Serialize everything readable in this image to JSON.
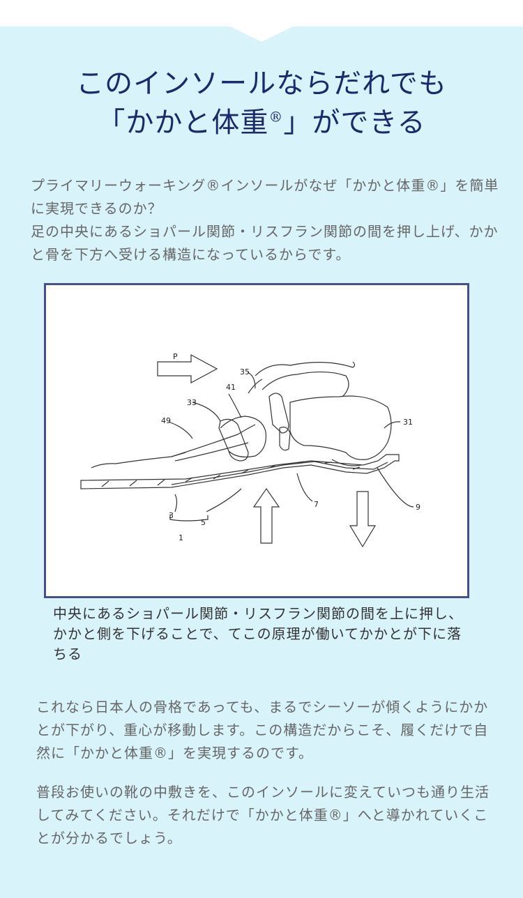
{
  "headline": {
    "line1": "このインソールならだれでも",
    "line2_pre": "「かかと体重",
    "line2_reg": "®",
    "line2_post": "」ができる"
  },
  "intro": "プライマリーウォーキング®インソールがなぜ「かかと体重®」を簡単に実現できるのか？\n足の中央にあるショパール関節・リスフラン関節の間を押し上げ、かかと骨を下方へ受ける構造になっているからです。",
  "figure": {
    "labels": [
      "P",
      "35",
      "41",
      "33",
      "49",
      "31",
      "7",
      "9",
      "3",
      "5",
      "1"
    ]
  },
  "caption": "中央にあるショパール関節・リスフラン関節の間を上に押し、かかと側を下げることで、てこの原理が働いてかかとが下に落ちる",
  "body1": "これなら日本人の骨格であっても、まるでシーソーが傾くようにかかとが下がり、重心が移動します。この構造だからこそ、履くだけで自然に「かかと体重®」を実現するのです。",
  "body2": "普段お使いの靴の中敷きを、このインソールに変えていつも通り生活してみてください。それだけで「かかと体重®」へと導かれていくことが分かるでしょう。"
}
